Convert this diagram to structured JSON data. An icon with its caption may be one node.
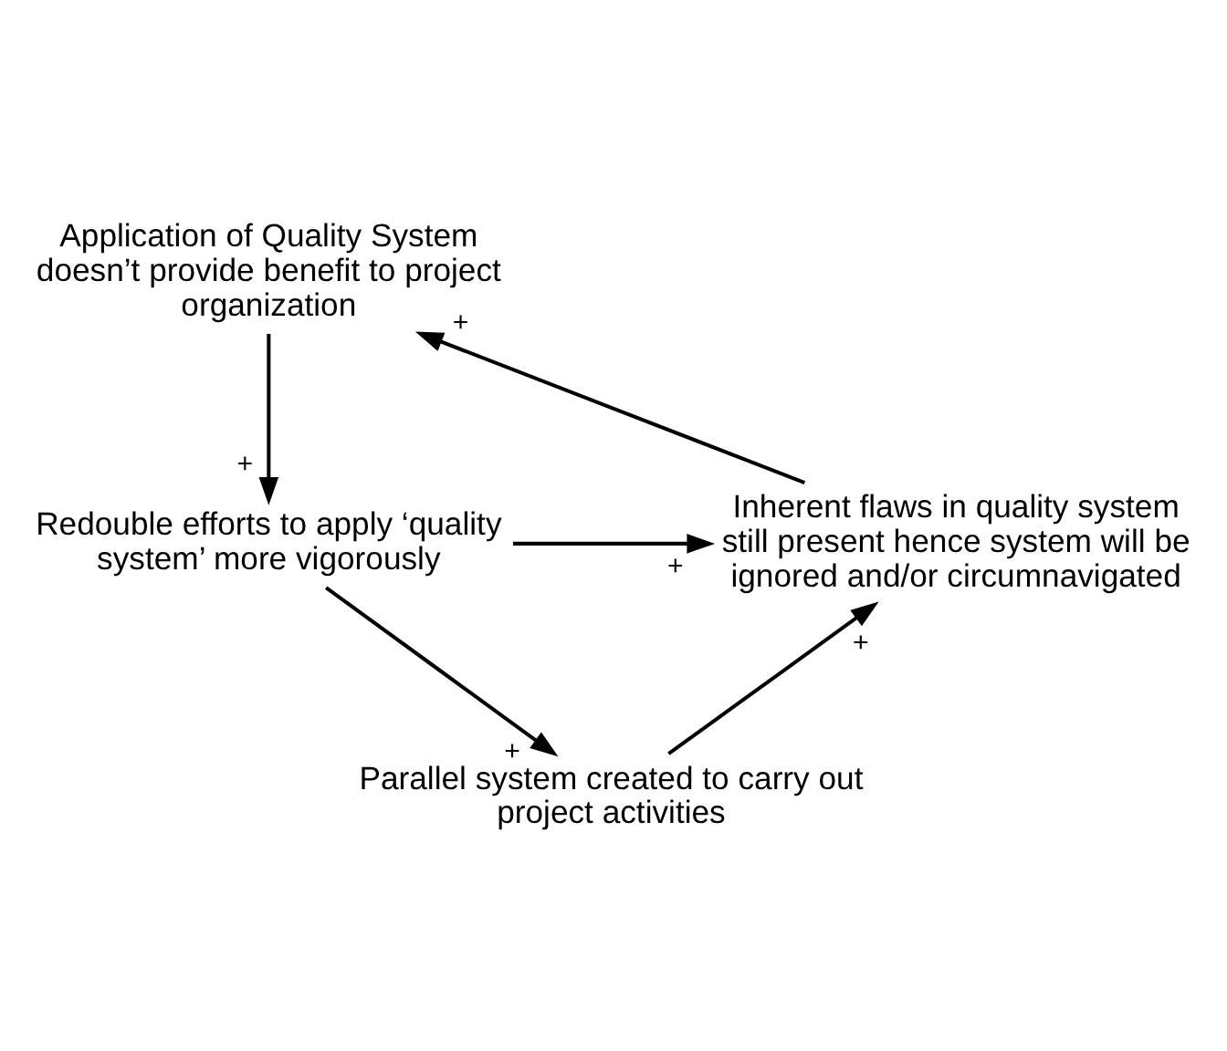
{
  "diagram": {
    "nodes": [
      {
        "text": [
          "Application of Quality System doesn’t provide benefit to project organization"
        ]
      },
      {
        "text": [
          "Redouble efforts to apply ‘quality system’ more vigorously"
        ]
      },
      {
        "text": [
          "Parallel system created to carry out project activities"
        ]
      },
      {
        "text": [
          "Inherent flaws in quality system still present hence system will be ignored and/or circumnavigated"
        ]
      }
    ],
    "edges": [
      {
        "from": 0,
        "to": 1,
        "arrow": "to",
        "label": "+"
      },
      {
        "from": 1,
        "to": 3,
        "arrow": "to",
        "label": "+"
      },
      {
        "from": 1,
        "to": 2,
        "arrow": "to",
        "label": "+"
      },
      {
        "from": 2,
        "to": 3,
        "arrow": "to",
        "label": "+"
      },
      {
        "from": 3,
        "to": 0,
        "arrow": "to",
        "label": "+"
      }
    ]
  }
}
